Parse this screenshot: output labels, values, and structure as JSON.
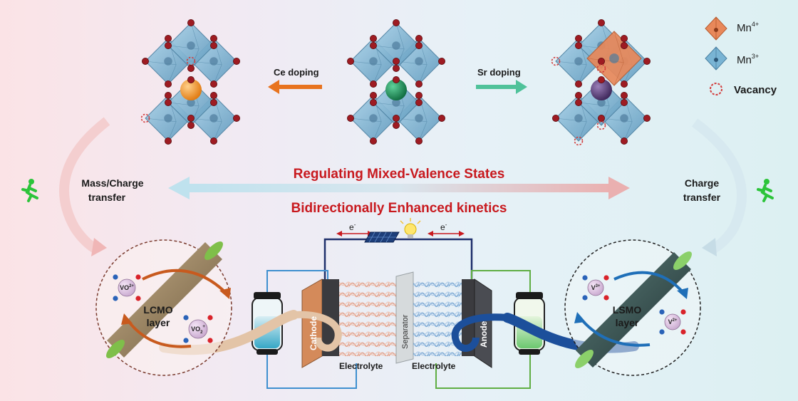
{
  "legend": {
    "mn4": "Mn",
    "mn4_sup": "4+",
    "mn3": "Mn",
    "mn3_sup": "3+",
    "vacancy": "Vacancy",
    "colors": {
      "mn4": "#e8885a",
      "mn3": "#79b4d4",
      "vacancy": "#d23a3a"
    }
  },
  "doping": {
    "ce": "Ce doping",
    "sr": "Sr doping",
    "colors": {
      "ce": "#e8731e",
      "sr": "#4fc29a"
    }
  },
  "titles": {
    "top": "Regulating Mixed-Valence States",
    "bottom": "Bidirectionally Enhanced kinetics"
  },
  "side": {
    "left_line1": "Mass/Charge",
    "left_line2": "transfer",
    "right_line1": "Charge",
    "right_line2": "transfer"
  },
  "battery": {
    "cathode": "Cathode",
    "anode": "Anode",
    "separator": "Separator",
    "electrolyte_left": "Electrolyte",
    "electrolyte_right": "Electrolyte",
    "electron": "e",
    "electron_sup": "-"
  },
  "layers": {
    "left_line1": "LCMO",
    "left_line2": "layer",
    "right_line1": "LSMO",
    "right_line2": "layer"
  },
  "ions": {
    "left_top": "VO",
    "left_top_sup": "2+",
    "left_bottom": "VO",
    "left_bottom_sub": "2",
    "left_bottom_sup": "+",
    "right_top": "V",
    "right_top_sup": "3+",
    "right_bottom": "V",
    "right_bottom_sup": "2+"
  }
}
